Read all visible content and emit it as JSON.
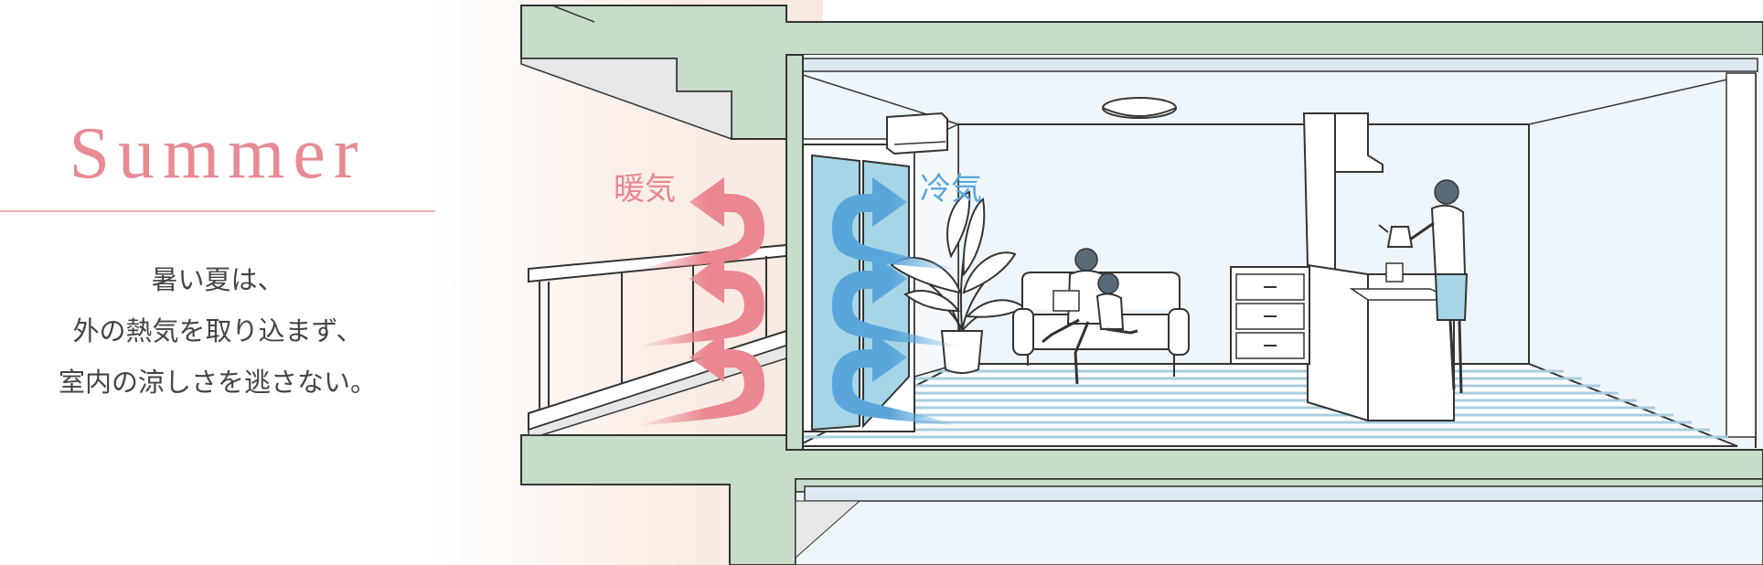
{
  "season_title": "Summer",
  "description_lines": [
    "暑い夏は、",
    "外の熱気を取り込まず、",
    "室内の涼しさを逃さない。"
  ],
  "labels": {
    "warm_air": "暖気",
    "cool_air": "冷気"
  },
  "colors": {
    "title": "#e88a93",
    "warm_arrow": "#ea8790",
    "cool_arrow": "#5aa6db",
    "building_structure": "#c7dcc9",
    "window_glass": "#a6d6e6",
    "floor_stripes": "#a9cde0"
  },
  "icons": [
    "warm-air-arrow-icon",
    "cool-air-arrow-icon",
    "air-conditioner-icon",
    "ceiling-light-icon",
    "houseplant-icon",
    "sofa-icon",
    "person-icon",
    "kettle-icon"
  ]
}
